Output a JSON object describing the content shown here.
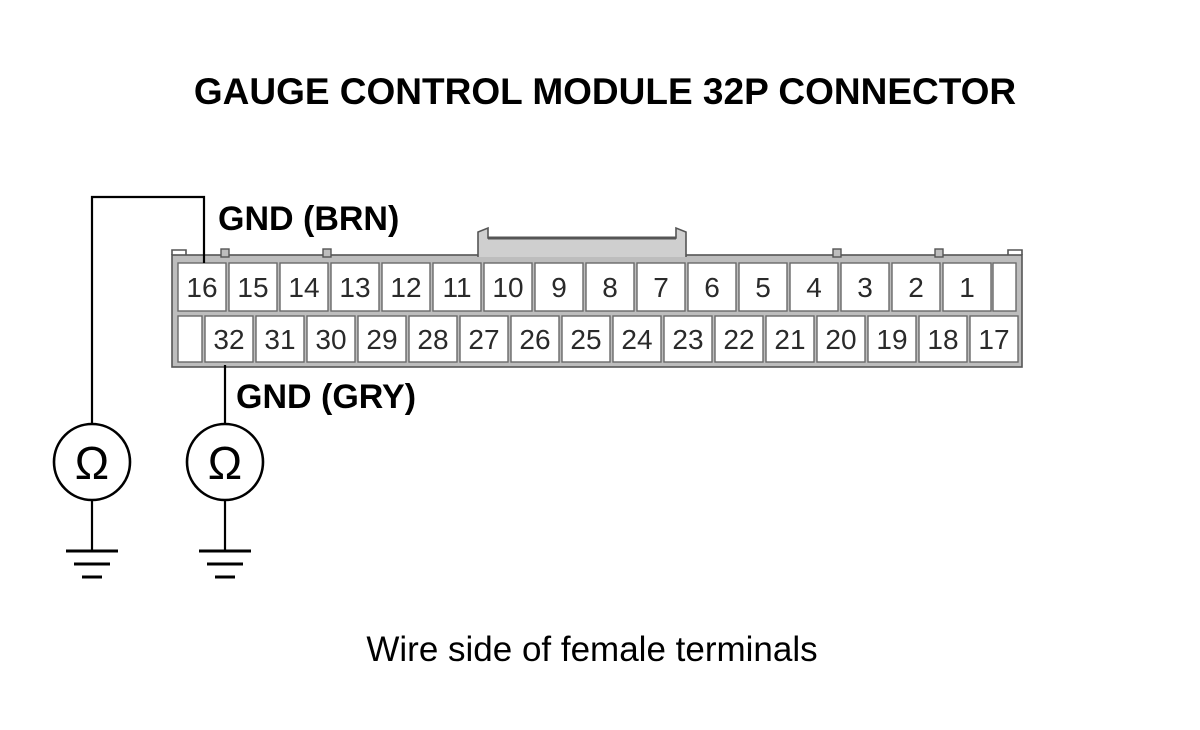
{
  "title": "GAUGE CONTROL MODULE 32P CONNECTOR",
  "labels": {
    "brn_wire": "GND (BRN)",
    "gry_wire": "GND (GRY)"
  },
  "caption": "Wire side of female terminals",
  "meter_symbol": "Ω",
  "connector": {
    "top_row": [
      "16",
      "15",
      "14",
      "13",
      "12",
      "11",
      "10",
      "9",
      "8",
      "7",
      "6",
      "5",
      "4",
      "3",
      "2",
      "1"
    ],
    "bottom_row": [
      "32",
      "31",
      "30",
      "29",
      "28",
      "27",
      "26",
      "25",
      "24",
      "23",
      "22",
      "21",
      "20",
      "19",
      "18",
      "17"
    ]
  },
  "icons": {
    "meter": "ohmmeter-icon",
    "ground": "ground-icon"
  }
}
